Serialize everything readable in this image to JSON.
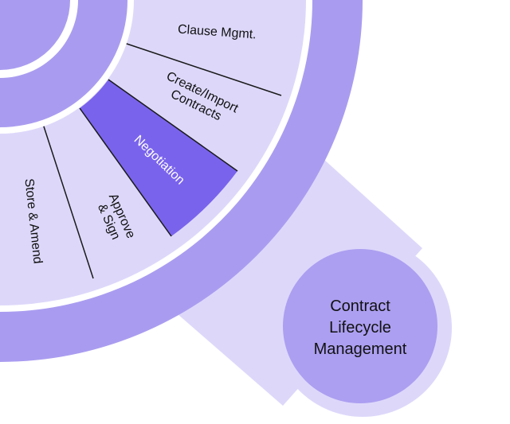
{
  "diagram": {
    "center": {
      "lines": [
        "Contract",
        "Lifecycle",
        "Management"
      ]
    },
    "segments": [
      {
        "label": "Clause Mgmt.",
        "active": false
      },
      {
        "label": "Create/Import Contracts",
        "lines": [
          "Create/Import",
          "Contracts"
        ],
        "active": false
      },
      {
        "label": "Negotiation",
        "active": true
      },
      {
        "label": "Approve & Sign",
        "lines": [
          "Approve",
          "& Sign"
        ],
        "active": false
      },
      {
        "label": "Store & Amend",
        "active": false
      }
    ],
    "colors": {
      "outer_ring": "#a99cf0",
      "segment_fill": "#ddd8fa",
      "segment_active": "#7a63ec",
      "halo": "#ddd8fa",
      "center_fill": "#ac9ff1",
      "divider": "#1a1a1a",
      "inner_hub": "#a99cf0"
    }
  }
}
